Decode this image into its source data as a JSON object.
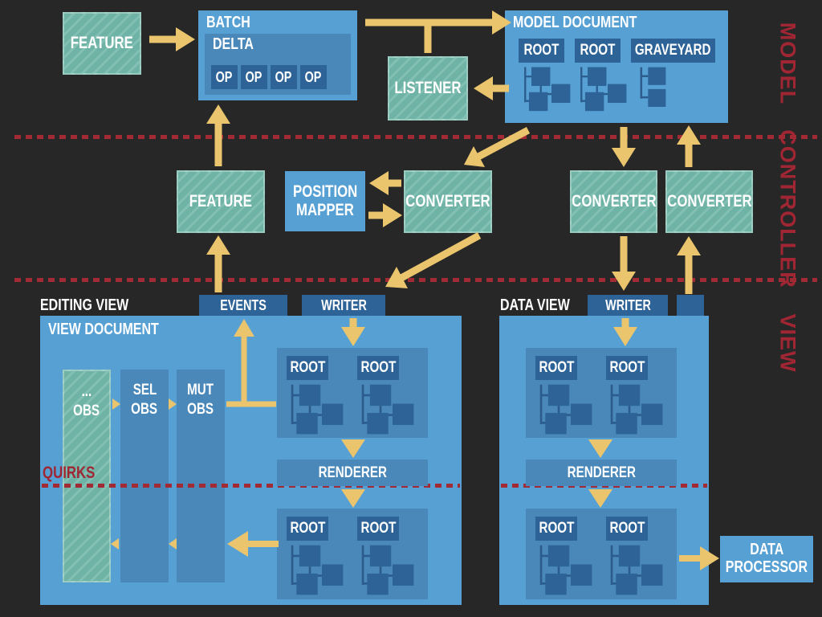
{
  "colors": {
    "background": "#272727",
    "box_blue": "#57a0d4",
    "panel_blue": "#4a88ba",
    "dark_blue": "#2d6396",
    "teal": "#6fb3a6",
    "arrow_yellow": "#eac56d",
    "red": "#a02633"
  },
  "sections": {
    "model": "MODEL",
    "controller": "CONTROLLER",
    "view": "VIEW"
  },
  "model": {
    "feature": "FEATURE",
    "batch": {
      "title": "BATCH",
      "delta": "DELTA",
      "ops": [
        "OP",
        "OP",
        "OP",
        "OP"
      ]
    },
    "listener": "LISTENER",
    "document": {
      "title": "MODEL DOCUMENT",
      "roots": [
        "ROOT",
        "ROOT",
        "GRAVEYARD"
      ]
    }
  },
  "controller": {
    "feature": "FEATURE",
    "position_mapper": {
      "line1": "POSITION",
      "line2": "MAPPER"
    },
    "converter_mid": "CONVERTER",
    "converter_downcast": "CONVERTER",
    "converter_upcast": "CONVERTER"
  },
  "editing_view": {
    "label": "EDITING VIEW",
    "events_tab": "EVENTS",
    "writer_tab": "WRITER",
    "document_title": "VIEW DOCUMENT",
    "observers": [
      {
        "line1": "...",
        "line2": "OBS"
      },
      {
        "line1": "SEL",
        "line2": "OBS"
      },
      {
        "line1": "MUT",
        "line2": "OBS"
      }
    ],
    "quirks": "QUIRKS",
    "renderer": "RENDERER",
    "top_roots": [
      "ROOT",
      "ROOT"
    ],
    "bottom_roots": [
      "ROOT",
      "ROOT"
    ]
  },
  "data_view": {
    "label": "DATA VIEW",
    "writer_tab": "WRITER",
    "renderer": "RENDERER",
    "top_roots": [
      "ROOT",
      "ROOT"
    ],
    "bottom_roots": [
      "ROOT",
      "ROOT"
    ]
  },
  "data_processor": {
    "line1": "DATA",
    "line2": "PROCESSOR"
  }
}
